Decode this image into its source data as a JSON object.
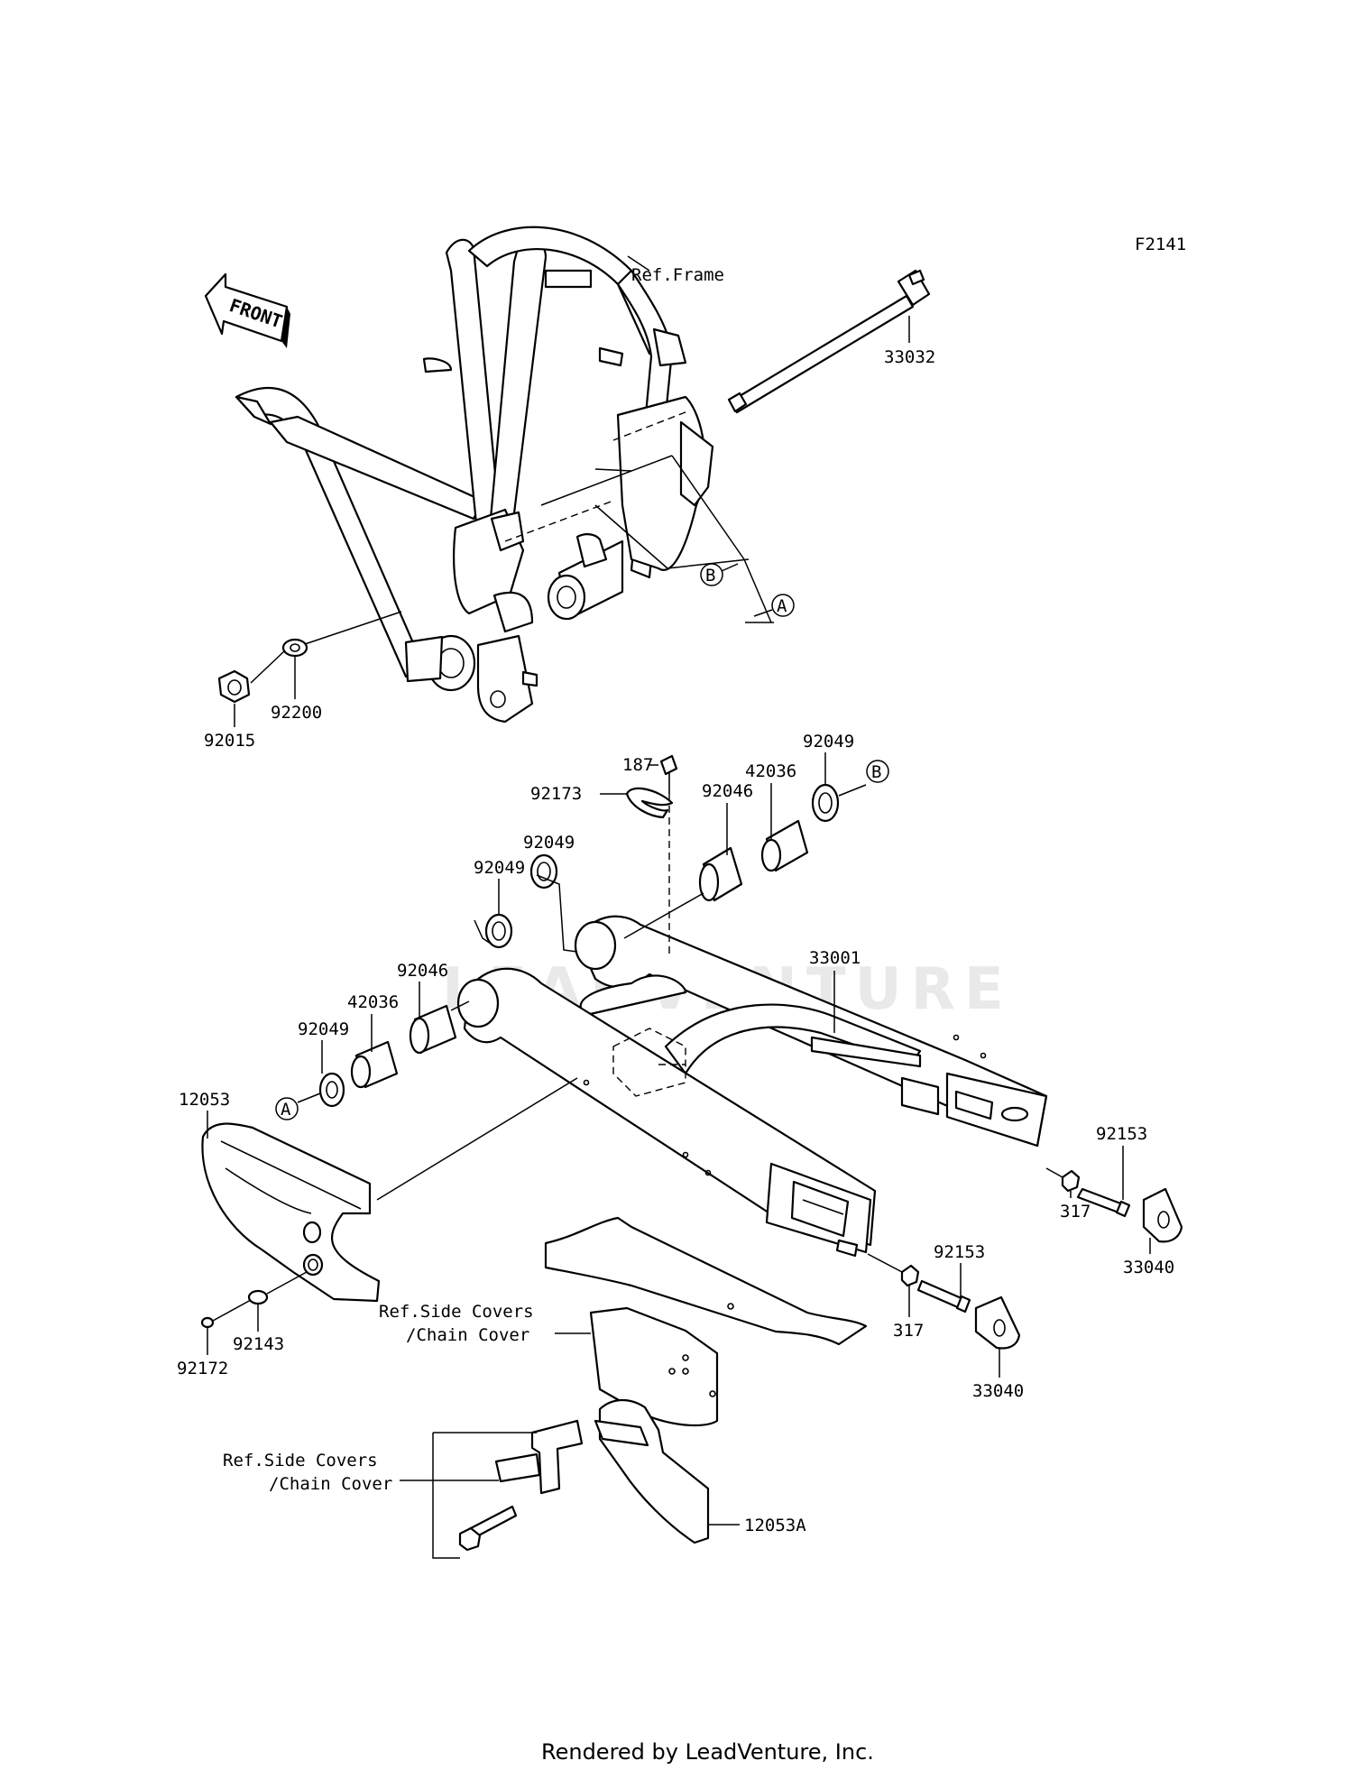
{
  "figure_code": "F2141",
  "front_badge": "FRONT",
  "watermark": "LEADVENTURE",
  "footer": "Rendered by LeadVenture, Inc.",
  "refs": {
    "A": "A",
    "B": "B",
    "frame": "Ref.Frame",
    "side_covers_1_line1": "Ref.Side Covers",
    "side_covers_1_line2": "/Chain Cover",
    "side_covers_2_line1": "Ref.Side Covers",
    "side_covers_2_line2": "/Chain Cover"
  },
  "parts": {
    "p33032": "33032",
    "p92015": "92015",
    "p92200": "92200",
    "p187": "187",
    "p92173": "92173",
    "p92049_top": "92049",
    "p42036_top": "42036",
    "p92046_top": "92046",
    "p92049_mid1": "92049",
    "p92049_mid2": "92049",
    "p33001": "33001",
    "p92046_left": "92046",
    "p42036_left": "42036",
    "p92049_left": "92049",
    "p12053": "12053",
    "p92153_right": "92153",
    "p317_right": "317",
    "p33040_right": "33040",
    "p92153_center": "92153",
    "p317_center": "317",
    "p33040_center": "33040",
    "p92143": "92143",
    "p92172": "92172",
    "p12053A": "12053A"
  }
}
